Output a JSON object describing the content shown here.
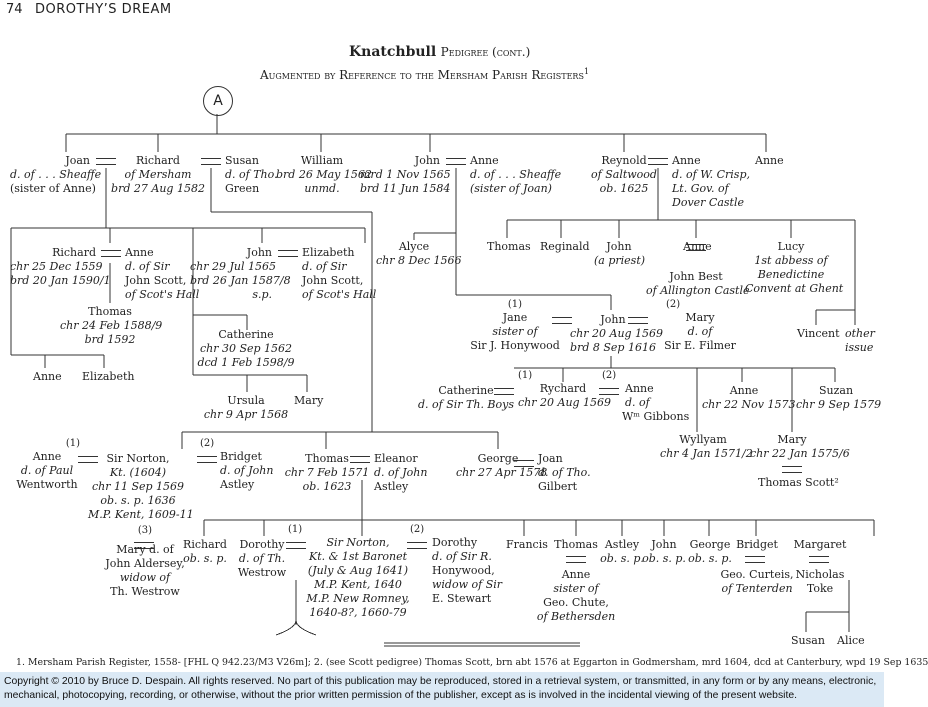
{
  "header": {
    "page_number": "74",
    "book_title": "DOROTHY’S DREAM"
  },
  "title": {
    "family": "Knatchbull",
    "rest": "Pedigree (cont.)",
    "subtitle": "Augmented by Reference to the Mersham Parish Registers",
    "subtitle_note": "1",
    "circle": "A"
  },
  "gen1": {
    "joan": [
      "Joan",
      "d. of . . . Sheaffe",
      "(sister of Anne)"
    ],
    "richard": [
      "Richard",
      "of Mersham",
      "brd 27 Aug 1582"
    ],
    "susan": [
      "Susan",
      "d. of Tho.",
      "Green"
    ],
    "william": [
      "William",
      "brd 26 May 1562",
      "unmd."
    ],
    "john": [
      "John",
      "mrd 1 Nov 1565",
      "brd 11 Jun 1584"
    ],
    "anne_s": [
      "Anne",
      "d. of . . . Sheaffe",
      "(sister of Joan)"
    ],
    "reynold": [
      "Reynold",
      "of Saltwood",
      "ob. 1625"
    ],
    "anne_c": [
      "Anne",
      "d. of W. Crisp,",
      "Lt. Gov. of",
      "Dover Castle"
    ],
    "anne": "Anne"
  },
  "gen2": {
    "richard": [
      "Richard",
      "chr 25 Dec 1559",
      "brd 20 Jan 1590/1"
    ],
    "anne_scott": [
      "Anne",
      "d. of Sir",
      "John Scott,",
      "of Scot's Hall"
    ],
    "thomas": [
      "Thomas",
      "chr 24 Feb 1588/9",
      "brd 1592"
    ],
    "anne2": "Anne",
    "elizabeth2": "Elizabeth",
    "john": [
      "John",
      "chr 29 Jul 1565",
      "brd 26 Jan 1587/8",
      "s.p."
    ],
    "elizabeth": [
      "Elizabeth",
      "d. of Sir",
      "John Scott,",
      "of Scot's Hall"
    ],
    "catherine": [
      "Catherine",
      "chr 30 Sep 1562",
      "dcd 1 Feb 1598/9"
    ],
    "ursula": [
      "Ursula",
      "chr 9 Apr 1568"
    ],
    "mary": "Mary",
    "alyce": [
      "Alyce",
      "chr 8 Dec 1566"
    ],
    "r_children": [
      "Thomas",
      "Reginald",
      "John",
      "Anne",
      "Lucy"
    ],
    "r_john_note": "(a priest)",
    "john_best": [
      "John Best",
      "of Allington Castle"
    ],
    "lucy_note": [
      "1st abbess of",
      "Benedictine",
      "Convent at Ghent"
    ],
    "vincent": "Vincent",
    "other_issue": [
      "other",
      "issue"
    ]
  },
  "john_line": {
    "jane": [
      "(1)",
      "Jane",
      "sister of",
      "Sir J. Honywood"
    ],
    "john": [
      "John",
      "chr 20 Aug 1569",
      "brd 8 Sep 1616"
    ],
    "mary": [
      "(2)",
      "Mary",
      "d. of",
      "Sir E. Filmer"
    ],
    "catherine": [
      "Catherine",
      "d. of Sir Th. Boys"
    ],
    "rychard": [
      "(1)",
      "Rychard",
      "chr 20 Aug 1569"
    ],
    "anne_g": [
      "(2)",
      "Anne",
      "d. of",
      "Wᵐ Gibbons"
    ],
    "anne": [
      "Anne",
      "chr 22 Nov 1573"
    ],
    "suzan": [
      "Suzan",
      "chr 9 Sep 1579"
    ],
    "wyllyam": [
      "Wyllyam",
      "chr 4 Jan 1571/2"
    ],
    "mary2": [
      "Mary",
      "chr 22 Jan 1575/6"
    ],
    "thomas_scott": "Thomas Scott²"
  },
  "gen3": {
    "anne_w": [
      "(1)",
      "Anne",
      "d. of Paul",
      "Wentworth"
    ],
    "norton": [
      "Sir Norton,",
      "Kt. (1604)",
      "chr 11 Sep 1569",
      "ob. s. p. 1636",
      "M.P. Kent, 1609-11"
    ],
    "mary_a": [
      "(3)",
      "Mary d. of",
      "John Aldersey,",
      "widow of",
      "Th. Westrow"
    ],
    "bridget": [
      "(2)",
      "Bridget",
      "d. of John",
      "Astley"
    ],
    "thomas": [
      "Thomas",
      "chr 7 Feb 1571",
      "ob. 1623"
    ],
    "eleanor": [
      "Eleanor",
      "d. of John",
      "Astley"
    ],
    "george": [
      "George",
      "chr 27 Apr 1578"
    ],
    "joan": [
      "Joan",
      "d. of Tho.",
      "Gilbert"
    ]
  },
  "gen4": {
    "richard": [
      "Richard",
      "ob. s. p."
    ],
    "dorothy_w": [
      "Dorothy",
      "d. of  Th.",
      "Westrow"
    ],
    "norton": [
      "(1)",
      "Sir Norton,",
      "Kt. & 1st Baronet",
      "(July & Aug 1641)",
      "M.P. Kent, 1640",
      "M.P. New Romney,",
      "1640-8?, 1660-79"
    ],
    "dorothy_h": [
      "(2)",
      "Dorothy",
      "d. of  Sir R.",
      "Honywood,",
      "widow of Sir",
      "E. Stewart"
    ],
    "francis": "Francis",
    "thomas": [
      "Thomas",
      "Anne",
      "sister of",
      "Geo. Chute,",
      "of Bethersden"
    ],
    "astley": [
      "Astley",
      "ob. s. p."
    ],
    "john": [
      "John",
      "ob. s. p."
    ],
    "george": [
      "George",
      "ob. s. p."
    ],
    "bridget": [
      "Bridget",
      "Geo. Curteis,",
      "of Tenterden"
    ],
    "margaret": [
      "Margaret",
      "Nicholas",
      "Toke"
    ],
    "susan": "Susan",
    "alice": "Alice"
  },
  "footnote": "1.  Mersham Parish Register, 1558- [FHL Q 942.23/M3 V26m];  2. (see Scott pedigree) Thomas Scott, brn abt 1576 at Eggarton in Godmersham, mrd 1604, dcd at Canterbury, wpd 19 Sep 1635",
  "copyright": "Copyright © 2010 by Bruce D. Despain.  All rights reserved.  No part of this publication may be reproduced, stored in a retrieval system, or transmitted, in any form or by any means, electronic, mechanical, photocopying, recording, or otherwise, without the prior written permission of the publisher, except as is involved in the incidental viewing of the present website."
}
